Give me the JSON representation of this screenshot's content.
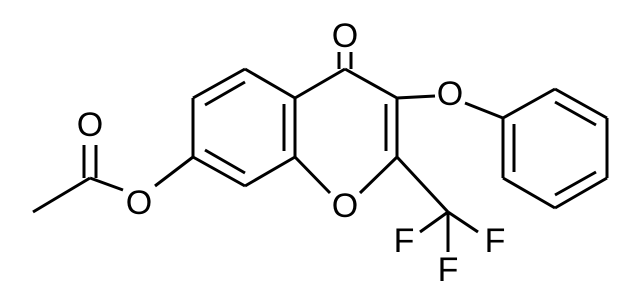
{
  "molecule": {
    "colors": {
      "bond": "#000000",
      "background": "#ffffff"
    },
    "atoms": {
      "carbonyl_oxygen": "O",
      "ether_oxygen_phenoxy": "O",
      "ring_oxygen": "O",
      "ester_oxygen": "O",
      "acetyl_oxygen": "O",
      "fluorine_left": "F",
      "fluorine_right": "F",
      "fluorine_bottom": "F"
    }
  }
}
